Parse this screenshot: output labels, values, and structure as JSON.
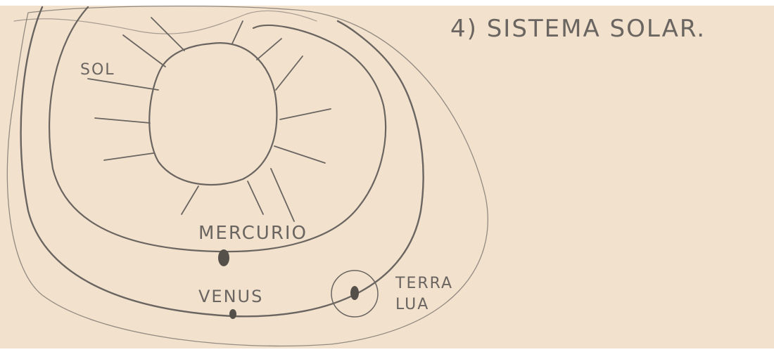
{
  "title": "4) SISTEMA SOLAR.",
  "labels": {
    "sun": "SOL",
    "mercury": "MERCURIO",
    "venus": "VENUS",
    "earth": "TERRA",
    "moon": "LUA"
  },
  "colors": {
    "paper": "#f2e1cd",
    "pencil": "#6a6560",
    "planet_fill": "#55504a"
  }
}
